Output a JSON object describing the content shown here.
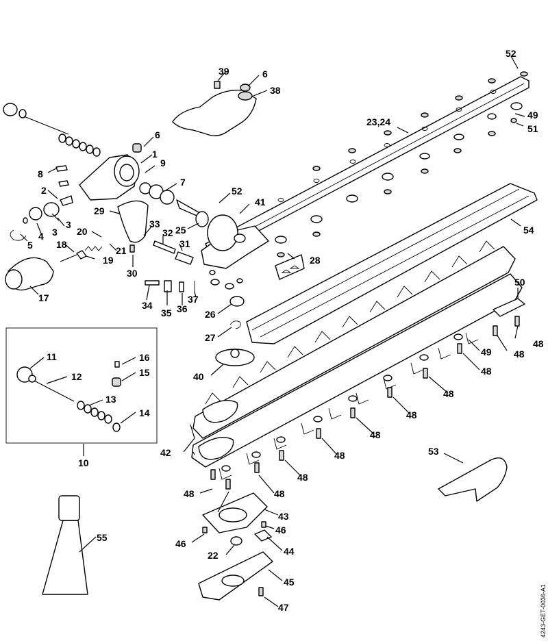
{
  "diagram": {
    "code": "4243-GET-0036-A1",
    "labels": [
      {
        "id": "52a",
        "text": "52"
      },
      {
        "id": "39",
        "text": "39"
      },
      {
        "id": "6a",
        "text": "6"
      },
      {
        "id": "38",
        "text": "38"
      },
      {
        "id": "49a",
        "text": "49"
      },
      {
        "id": "51",
        "text": "51"
      },
      {
        "id": "2324",
        "text": "23,24"
      },
      {
        "id": "6b",
        "text": "6"
      },
      {
        "id": "1",
        "text": "1"
      },
      {
        "id": "9",
        "text": "9"
      },
      {
        "id": "8",
        "text": "8"
      },
      {
        "id": "7",
        "text": "7"
      },
      {
        "id": "52b",
        "text": "52"
      },
      {
        "id": "41",
        "text": "41"
      },
      {
        "id": "2",
        "text": "2"
      },
      {
        "id": "29",
        "text": "29"
      },
      {
        "id": "3a",
        "text": "3"
      },
      {
        "id": "3b",
        "text": "3"
      },
      {
        "id": "4",
        "text": "4"
      },
      {
        "id": "5",
        "text": "5"
      },
      {
        "id": "20",
        "text": "20"
      },
      {
        "id": "33",
        "text": "33"
      },
      {
        "id": "25",
        "text": "25"
      },
      {
        "id": "54",
        "text": "54"
      },
      {
        "id": "18",
        "text": "18"
      },
      {
        "id": "21",
        "text": "21"
      },
      {
        "id": "32",
        "text": "32"
      },
      {
        "id": "31",
        "text": "31"
      },
      {
        "id": "19",
        "text": "19"
      },
      {
        "id": "28",
        "text": "28"
      },
      {
        "id": "30",
        "text": "30"
      },
      {
        "id": "17",
        "text": "17"
      },
      {
        "id": "50",
        "text": "50"
      },
      {
        "id": "34",
        "text": "34"
      },
      {
        "id": "35",
        "text": "35"
      },
      {
        "id": "36",
        "text": "36"
      },
      {
        "id": "37",
        "text": "37"
      },
      {
        "id": "26",
        "text": "26"
      },
      {
        "id": "48a",
        "text": "48"
      },
      {
        "id": "27",
        "text": "27"
      },
      {
        "id": "48b",
        "text": "48"
      },
      {
        "id": "49b",
        "text": "49"
      },
      {
        "id": "11",
        "text": "11"
      },
      {
        "id": "16",
        "text": "16"
      },
      {
        "id": "48c",
        "text": "48"
      },
      {
        "id": "15",
        "text": "15"
      },
      {
        "id": "40",
        "text": "40"
      },
      {
        "id": "12",
        "text": "12"
      },
      {
        "id": "48d",
        "text": "48"
      },
      {
        "id": "13",
        "text": "13"
      },
      {
        "id": "48e",
        "text": "48"
      },
      {
        "id": "14",
        "text": "14"
      },
      {
        "id": "48f",
        "text": "48"
      },
      {
        "id": "42",
        "text": "42"
      },
      {
        "id": "10",
        "text": "10"
      },
      {
        "id": "53",
        "text": "53"
      },
      {
        "id": "48g",
        "text": "48"
      },
      {
        "id": "48h",
        "text": "48"
      },
      {
        "id": "48i",
        "text": "48"
      },
      {
        "id": "48j",
        "text": "48"
      },
      {
        "id": "55",
        "text": "55"
      },
      {
        "id": "43",
        "text": "43"
      },
      {
        "id": "46a",
        "text": "46"
      },
      {
        "id": "46b",
        "text": "46"
      },
      {
        "id": "22",
        "text": "22"
      },
      {
        "id": "44",
        "text": "44"
      },
      {
        "id": "45",
        "text": "45"
      },
      {
        "id": "47",
        "text": "47"
      }
    ]
  }
}
